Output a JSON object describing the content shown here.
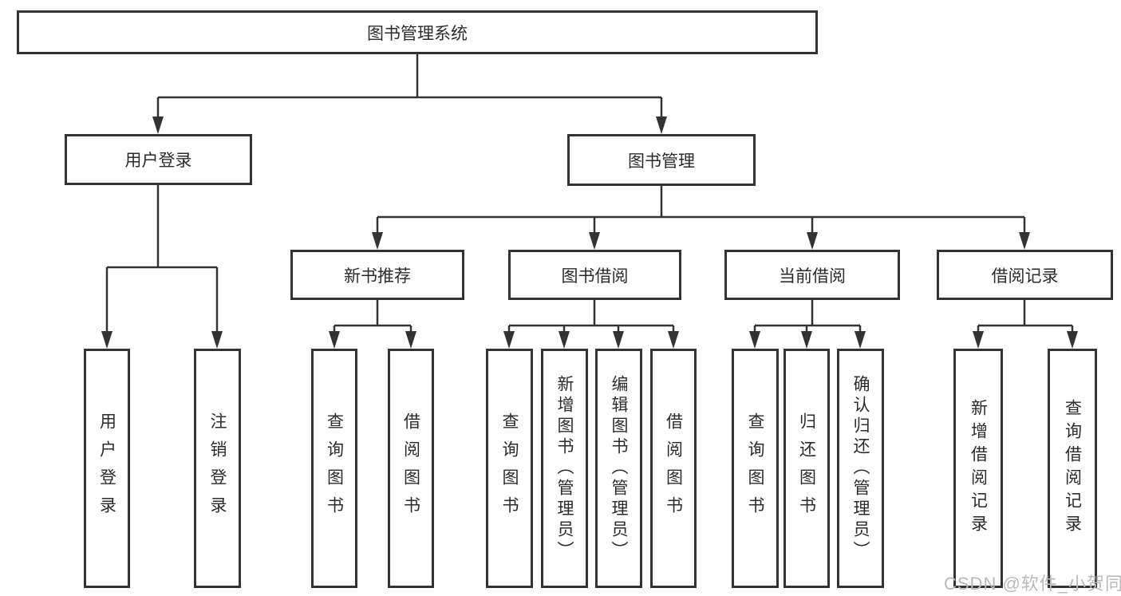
{
  "tree": {
    "label": "图书管理系统",
    "children": [
      {
        "label": "用户登录",
        "children": [
          {
            "label": "用户登录"
          },
          {
            "label": "注销登录"
          }
        ]
      },
      {
        "label": "图书管理",
        "children": [
          {
            "label": "新书推荐",
            "children": [
              {
                "label": "查询图书"
              },
              {
                "label": "借阅图书"
              }
            ]
          },
          {
            "label": "图书借阅",
            "children": [
              {
                "label": "查询图书"
              },
              {
                "label": "新增图书（管理员）"
              },
              {
                "label": "编辑图书（管理员）"
              },
              {
                "label": "借阅图书"
              }
            ]
          },
          {
            "label": "当前借阅",
            "children": [
              {
                "label": "查询图书"
              },
              {
                "label": "归还图书"
              },
              {
                "label": "确认归还（管理员）"
              }
            ]
          },
          {
            "label": "借阅记录",
            "children": [
              {
                "label": "新增借阅记录"
              },
              {
                "label": "查询借阅记录"
              }
            ]
          }
        ]
      }
    ]
  },
  "watermark": {
    "text": "CSDN @软件_小贺同学"
  },
  "colors": {
    "line": "#333333",
    "box_border": "#333333",
    "text": "#2b2b2b",
    "watermark": "#b9b9b9",
    "background": "#ffffff"
  }
}
